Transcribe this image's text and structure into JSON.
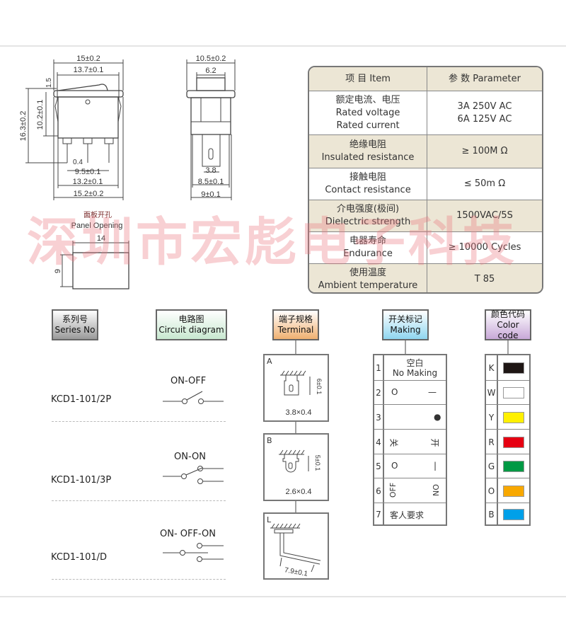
{
  "watermark": "深圳市宏彪电子科技",
  "drawing": {
    "front": {
      "w_outer": "15±0.2",
      "w_inner": "13.7±0.1",
      "h_top": "1.5",
      "h_total": "16.3±0.2",
      "h_body": "10.2±0.1",
      "pin": "0.4",
      "pitch": "9.5±0.1",
      "base_inner": "13.2±0.1",
      "base_outer": "15.2±0.2"
    },
    "side": {
      "w_outer": "10.5±0.2",
      "w_rocker": "6.2",
      "tab": "3.8",
      "base_inner": "8.5±0.1",
      "base_outer": "9±0.1"
    },
    "panel": {
      "title_cn": "面板开孔",
      "title_en": "Panel Opening",
      "width": "14",
      "height": "9"
    }
  },
  "spec_table": {
    "header": {
      "item": "项 目   Item",
      "param": "参 数   Parameter"
    },
    "rows": [
      {
        "cn": "额定电流、电压",
        "en": "Rated voltage",
        "en2": "Rated current",
        "value": "3A 250V AC",
        "value2": "6A 125V AC"
      },
      {
        "cn": "绝缘电阻",
        "en": "Insulated resistance",
        "value": "≥ 100M Ω"
      },
      {
        "cn": "接触电阻",
        "en": "Contact resistance",
        "value": "≤ 50m Ω"
      },
      {
        "cn": "介电强度(极间)",
        "en": "Dielectric strength",
        "value": "1500VAC/5S"
      },
      {
        "cn": "电器寿命",
        "en": "Endurance",
        "value": "≥ 10000 Cycles"
      },
      {
        "cn": "使用温度",
        "en": "Ambient temperature",
        "value": "T 85"
      }
    ]
  },
  "headers": {
    "series": {
      "cn": "系列号",
      "en": "Series No"
    },
    "circuit": {
      "cn": "电路图",
      "en": "Circuit diagram"
    },
    "terminal": {
      "cn": "端子规格",
      "en": "Terminal"
    },
    "making": {
      "cn": "开关标记",
      "en": "Making"
    },
    "color": {
      "cn": "颜色代码",
      "en": "Color code"
    }
  },
  "series": [
    {
      "model": "KCD1-101/2P",
      "circuit": "ON-OFF"
    },
    {
      "model": "KCD1-101/3P",
      "circuit": "ON-ON"
    },
    {
      "model": "KCD1-101/D",
      "circuit": "ON- OFF-ON"
    }
  ],
  "terminals": [
    {
      "code": "A",
      "height": "6±0.1",
      "size": "3.8×0.4"
    },
    {
      "code": "B",
      "height": "5±0.1",
      "size": "2.6×0.4"
    },
    {
      "code": "L",
      "length": "7.9±0.1"
    }
  ],
  "making": [
    {
      "num": "1",
      "cn": "空白",
      "en": "No Making"
    },
    {
      "num": "2",
      "left": "O",
      "right": "—"
    },
    {
      "num": "3",
      "right": "●"
    },
    {
      "num": "4",
      "left": "关",
      "right": "开"
    },
    {
      "num": "5",
      "left": "O",
      "right": "|"
    },
    {
      "num": "6",
      "left": "OFF",
      "right": "ON"
    },
    {
      "num": "7",
      "text": "客人要求"
    }
  ],
  "colors": [
    {
      "code": "K",
      "hex": "#1e1614"
    },
    {
      "code": "W",
      "hex": "#ffffff"
    },
    {
      "code": "Y",
      "hex": "#fff000"
    },
    {
      "code": "R",
      "hex": "#e60012"
    },
    {
      "code": "G",
      "hex": "#009944"
    },
    {
      "code": "O",
      "hex": "#f8a800"
    },
    {
      "code": "B",
      "hex": "#00a0e9"
    }
  ]
}
